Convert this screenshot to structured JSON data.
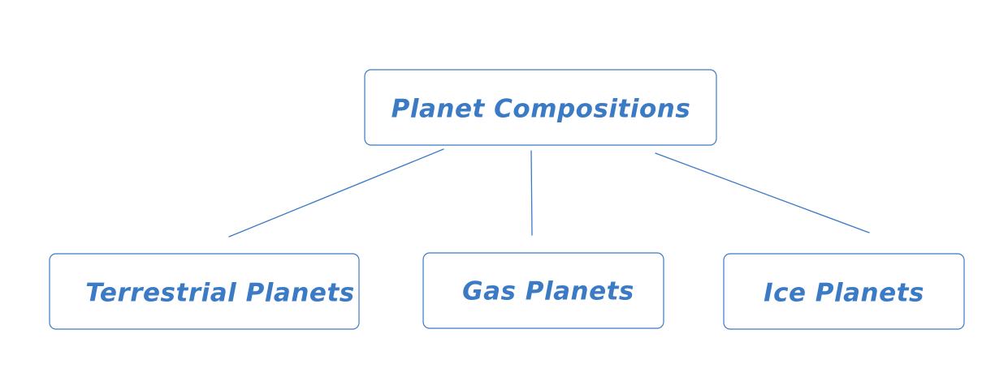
{
  "diagram": {
    "root": {
      "label": "Planet Compositions"
    },
    "children": [
      {
        "label": "Terrestrial Planets"
      },
      {
        "label": "Gas Planets"
      },
      {
        "label": "Ice Planets"
      }
    ]
  },
  "colors": {
    "stroke": "#3b7ac4",
    "text": "#3b7ac4",
    "background": "#ffffff"
  }
}
